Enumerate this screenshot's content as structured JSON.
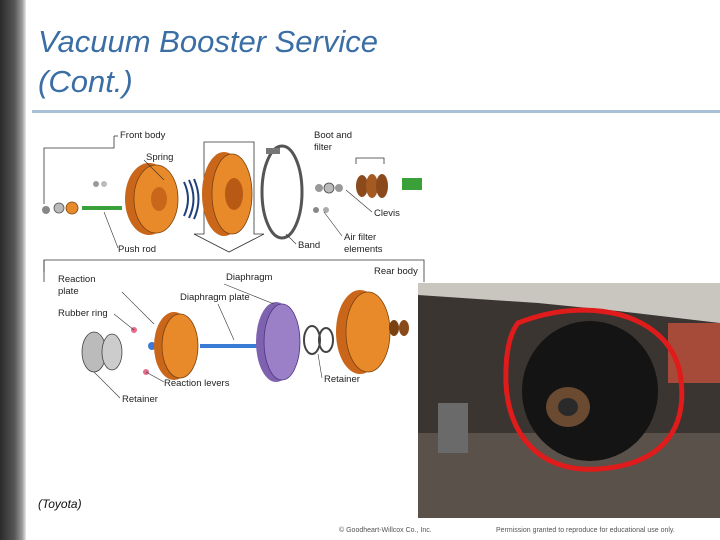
{
  "slide": {
    "title_line1": "Vacuum Booster Service",
    "title_line2": "(Cont.)",
    "credit": "(Toyota)",
    "copyright": "© Goodheart-Willcox Co., Inc.",
    "permission": "Permission granted to reproduce for educational use only."
  },
  "diagram": {
    "labels": {
      "front_body": "Front body",
      "spring": "Spring",
      "boot_and": "Boot and",
      "filter": "filter",
      "clevis": "Clevis",
      "air_filter": "Air filter",
      "elements": "elements",
      "band": "Band",
      "push_rod": "Push rod",
      "reaction": "Reaction",
      "plate": "plate",
      "diaphragm": "Diaphragm",
      "diaphragm_plate": "Diaphragm plate",
      "rear_body": "Rear body",
      "rubber_ring": "Rubber ring",
      "reaction_levers": "Reaction levers",
      "retainer_right": "Retainer",
      "retainer_left": "Retainer"
    }
  },
  "colors": {
    "title": "#3a6ea5",
    "orange_part": "#e8892a",
    "purple_part": "#9b7fc7",
    "green_part": "#3aa13a",
    "highlight_circle": "#e01b1b"
  }
}
